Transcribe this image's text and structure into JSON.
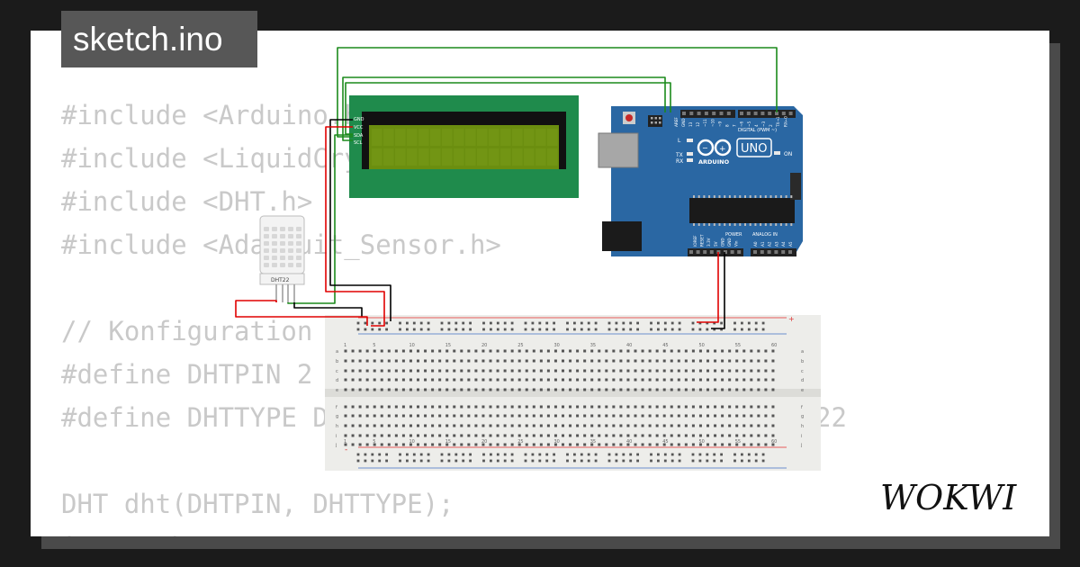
{
  "file_tab": {
    "name": "sketch.ino"
  },
  "code_lines": [
    "#include <Arduino.h>",
    "#include <LiquidCrystal_I2C.h>",
    "#include <DHT.h>",
    "#include <Adafruit_Sensor.h>",
    "",
    "// Konfiguration",
    "#define DHTPIN 2            // DHT-Sensor an",
    "#define DHTTYPE DHT22       // DHT11, DHT21, DHT22",
    "",
    "DHT dht(DHTPIN, DHTTYPE);",
    "int t, h;"
  ],
  "lcd": {
    "pin_labels": [
      "GND",
      "VCC",
      "SDA",
      "SCL"
    ],
    "colors": {
      "pcb": "#1f8b4c",
      "screen": "#6b8e0f",
      "bezel": "#111111"
    }
  },
  "arduino": {
    "board_name": "UNO",
    "brand": "ARDUINO",
    "digital_header_label": "DIGITAL (PWM ~)",
    "analog_header_label": "ANALOG IN",
    "power_header_label": "POWER",
    "led_labels": [
      "L",
      "TX",
      "RX"
    ],
    "on_label": "ON",
    "aref_label": "AREF",
    "gnd_label": "GND",
    "digital_pins": [
      "13",
      "12",
      "~11",
      "~10",
      "~9",
      "8",
      "7",
      "~6",
      "~5",
      "4",
      "~3",
      "2",
      "TX→1",
      "RX←0"
    ],
    "power_pins": [
      "IOREF",
      "RESET",
      "3.3V",
      "5V",
      "GND",
      "GND",
      "Vin"
    ],
    "analog_pins": [
      "A0",
      "A1",
      "A2",
      "A3",
      "A4",
      "A5"
    ],
    "colors": {
      "board": "#2a67a3",
      "header": "#222222",
      "chip": "#1a1a1a"
    }
  },
  "dht": {
    "label": "DHT22"
  },
  "breadboard": {
    "column_numbers": [
      "1",
      "5",
      "10",
      "15",
      "20",
      "25",
      "30",
      "35",
      "40",
      "45",
      "50",
      "55",
      "60"
    ],
    "row_letters_top": [
      "a",
      "b",
      "c",
      "d",
      "e"
    ],
    "row_letters_bottom": [
      "f",
      "g",
      "h",
      "i",
      "j"
    ],
    "plus_label": "+",
    "minus_label": "-"
  },
  "wires": {
    "colors": {
      "green": "#1c8a1c",
      "red": "#e00000",
      "black": "#000000"
    }
  },
  "brand": {
    "logo_text": "WOKWI"
  }
}
